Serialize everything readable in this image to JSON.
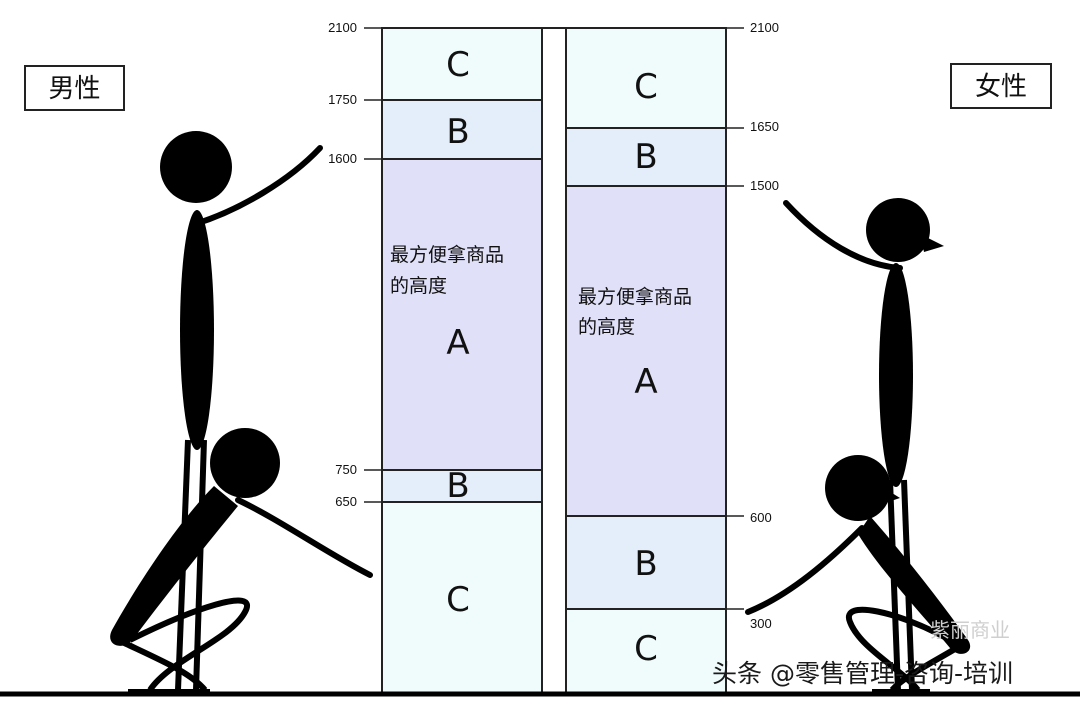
{
  "labels": {
    "male": "男性",
    "female": "女性"
  },
  "zones": {
    "left": [
      {
        "letter": "C"
      },
      {
        "letter": "B"
      },
      {
        "letter": "A",
        "note_line1": "最方便拿商品",
        "note_line2": "的高度"
      },
      {
        "letter": "B"
      },
      {
        "letter": "C"
      }
    ],
    "right": [
      {
        "letter": "C"
      },
      {
        "letter": "B"
      },
      {
        "letter": "A",
        "note_line1": "最方便拿商品",
        "note_line2": "的高度"
      },
      {
        "letter": "B"
      },
      {
        "letter": "C"
      }
    ]
  },
  "ticks": {
    "left": [
      "2100",
      "1750",
      "1600",
      "750",
      "650"
    ],
    "right": [
      "2100",
      "1650",
      "1500",
      "600",
      "300"
    ]
  },
  "colors": {
    "zone_c": "#f0fcfc",
    "zone_b": "#e4eefa",
    "zone_a": "#e0e0f8",
    "figure": "#000000"
  },
  "watermark": {
    "main": "头条 @零售管理-咨询-培训",
    "faint": "紫丽商业"
  }
}
